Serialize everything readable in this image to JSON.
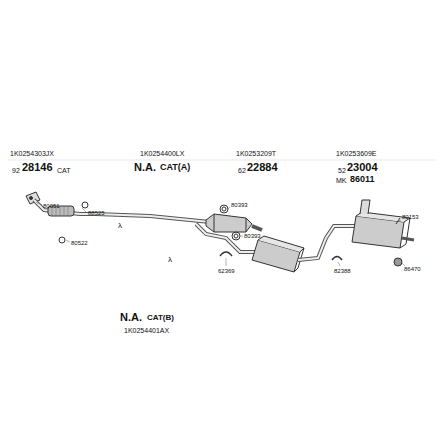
{
  "diagram": {
    "labels": [
      "1K0254303JX",
      "92",
      "28146",
      "CAT",
      "1K0254400LX",
      "N.A.",
      "CAT(A)",
      "1K0253209T",
      "62",
      "22884",
      "1K0253609E",
      "52",
      "23004",
      "MK",
      "86011",
      "80051",
      "88525",
      "80522",
      "λ",
      "λ",
      "80393",
      "62369",
      "80393",
      "82388",
      "80153",
      "86470",
      "N.A.",
      "CAT(B)",
      "1K0254401AX"
    ]
  }
}
